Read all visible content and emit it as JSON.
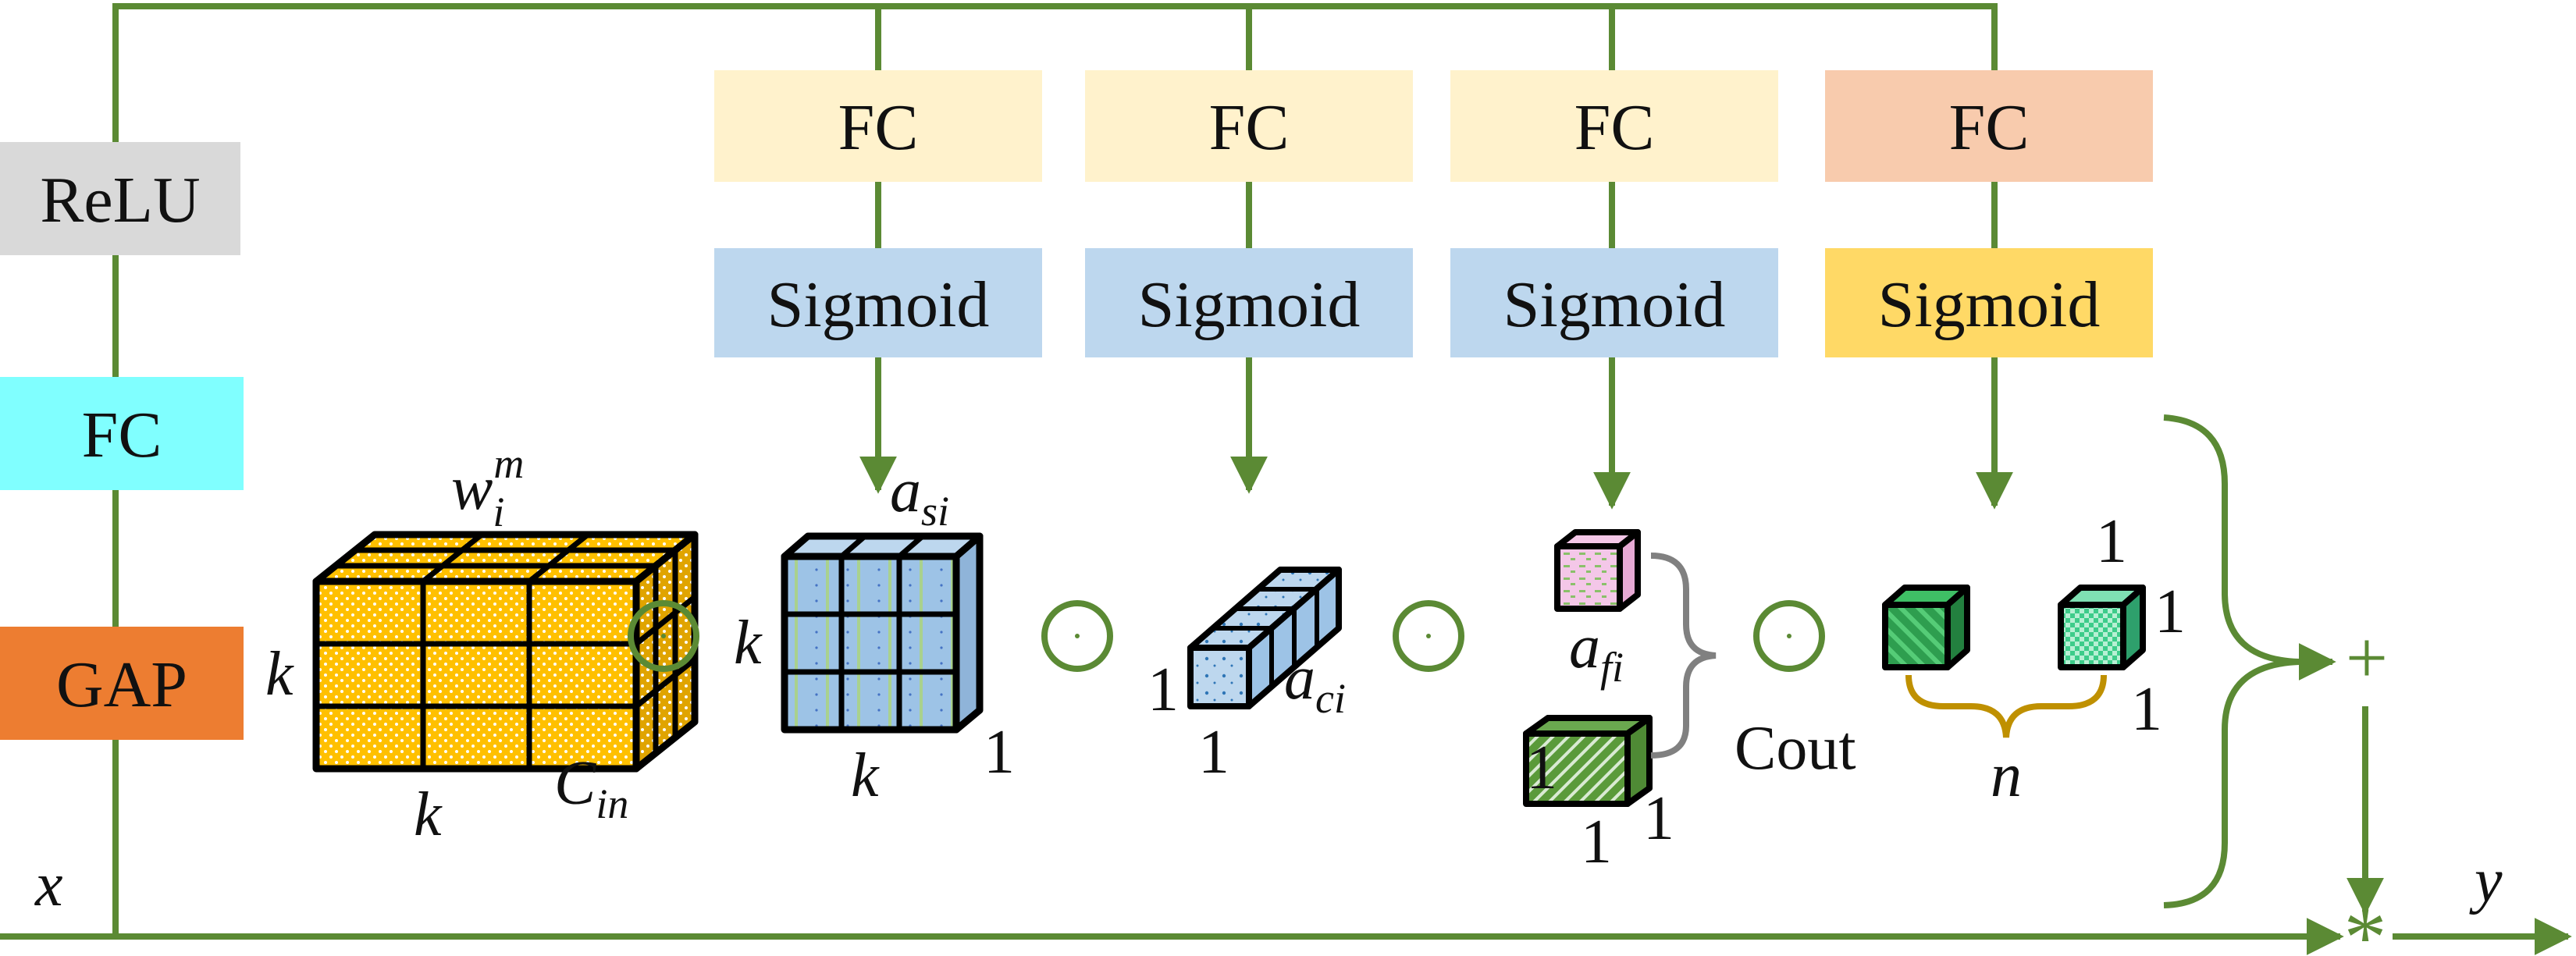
{
  "colors": {
    "line": "#5b8a34",
    "relu": "#d9d9d9",
    "fc_left": "#80ffff",
    "gap": "#ed7d31",
    "fc_top": "#fff2cc",
    "fc_top_last": "#f8cbad",
    "sigmoid": "#bdd7ee",
    "sigmoid_last": "#ffd966",
    "brace_gold": "#bf9000",
    "brace_gray": "#808080",
    "cube_yellow": "#ffc000",
    "cube_blue": "#9dc3e6",
    "cube_pink": "#f4c7e8",
    "cube_green": "#70ad47",
    "cube_teal": "#3dcc8a"
  },
  "left_stack": {
    "relu": "ReLU",
    "fc": "FC",
    "gap": "GAP"
  },
  "branches": [
    {
      "fc": "FC",
      "sigmoid": "Sigmoid"
    },
    {
      "fc": "FC",
      "sigmoid": "Sigmoid"
    },
    {
      "fc": "FC",
      "sigmoid": "Sigmoid"
    },
    {
      "fc": "FC",
      "sigmoid": "Sigmoid"
    }
  ],
  "labels": {
    "input": "x",
    "output": "y",
    "plus": "+",
    "star": "*",
    "cout": "Cout",
    "n": "n",
    "k": "k",
    "one": "1",
    "w_base": "w",
    "w_sub": "i",
    "w_sup": "m",
    "c_base": "C",
    "c_sub": "in",
    "a_base": "a",
    "asi_sub": "si",
    "aci_sub": "ci",
    "afi_sub": "fi"
  },
  "icons": {
    "hadamard": "circle-dot-icon",
    "cube": "cube-icon",
    "brace": "curly-brace-icon"
  }
}
